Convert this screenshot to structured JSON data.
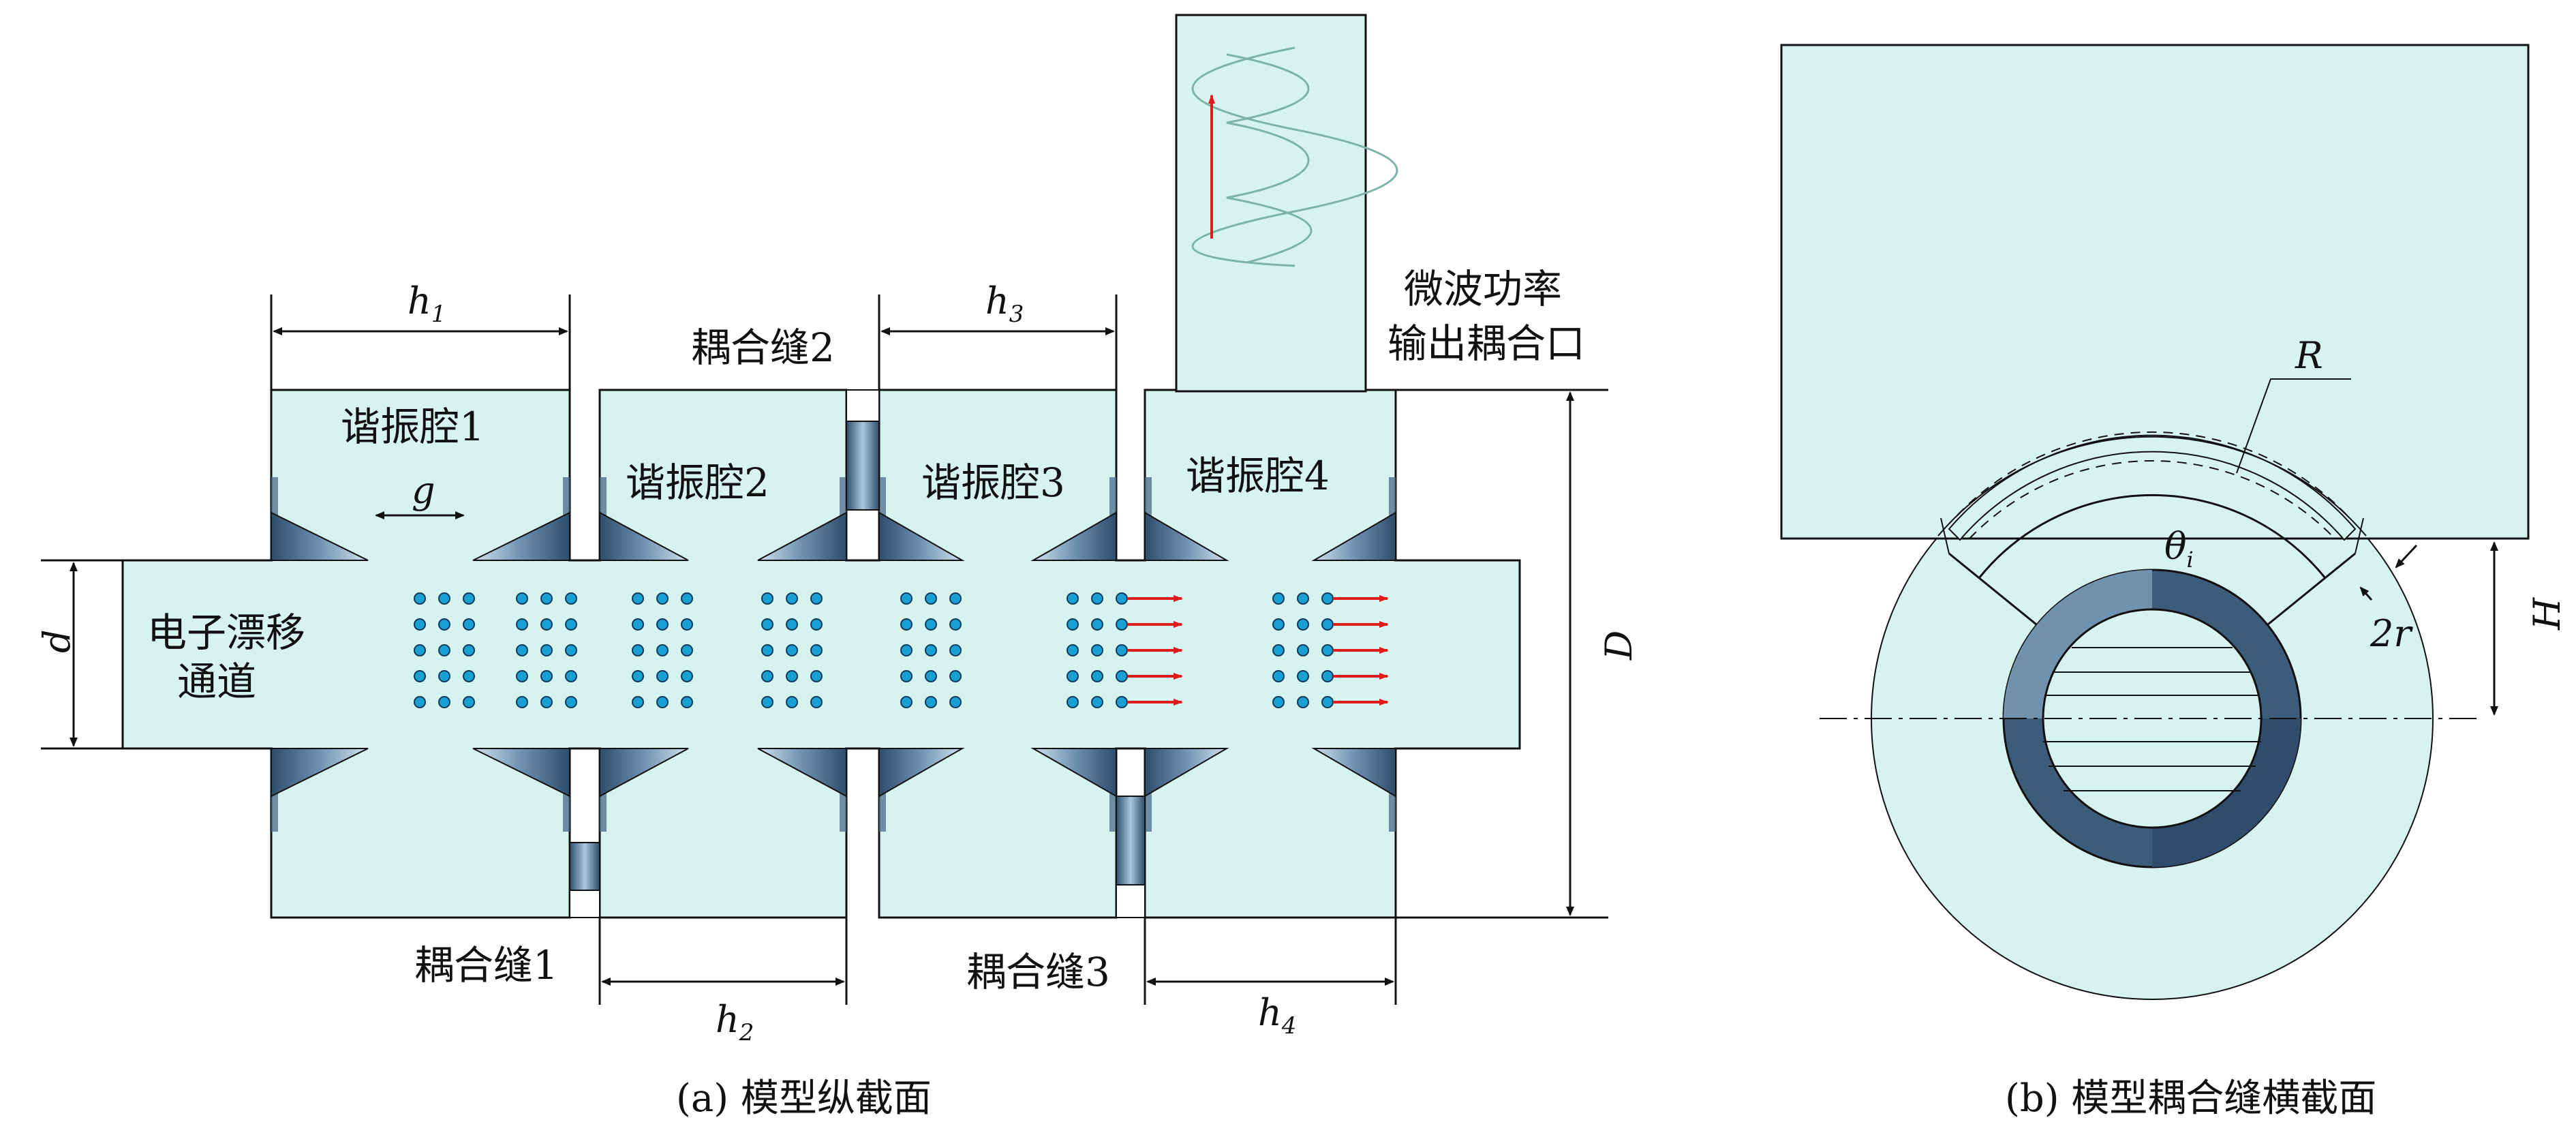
{
  "colors": {
    "cavity_fill": "#d7f3ef",
    "stroke": "#111111",
    "wedge_dark": "#3f5f7c",
    "wedge_light": "#c9dde9",
    "electron_dot": "#1a9fd4",
    "arrow_red": "#e11b1b",
    "wave": "#7fb2a8",
    "ring_dark": "#3d5c7a",
    "ring_mid": "#7192ad"
  },
  "panel_a": {
    "caption": "(a) 模型纵截面",
    "cavities": [
      "谐振腔1",
      "谐振腔2",
      "谐振腔3",
      "谐振腔4"
    ],
    "drift_channel_line1": "电子漂移",
    "drift_channel_line2": "通道",
    "output_line1": "微波功率",
    "output_line2": "输出耦合口",
    "slot_labels": [
      "耦合缝1",
      "耦合缝2",
      "耦合缝3"
    ],
    "dim_h1": "h",
    "dim_h1_sub": "1",
    "dim_h2": "h",
    "dim_h2_sub": "2",
    "dim_h3": "h",
    "dim_h3_sub": "3",
    "dim_h4": "h",
    "dim_h4_sub": "4",
    "dim_g": "g",
    "dim_d": "d",
    "dim_D": "D"
  },
  "panel_b": {
    "caption": "(b) 模型耦合缝横截面",
    "dim_R": "R",
    "dim_theta": "θ",
    "dim_theta_sub": "i",
    "dim_2r": "2r",
    "dim_H": "H"
  }
}
